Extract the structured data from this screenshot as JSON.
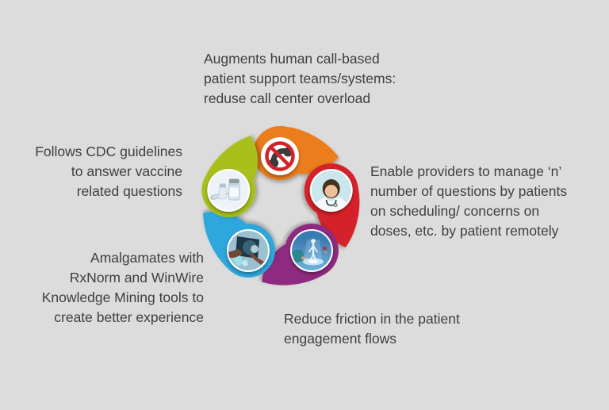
{
  "canvas": {
    "background_color": "#dcdcdc",
    "text_color": "#3f3f3f"
  },
  "labels": {
    "top": "Augments human call-based\npatient support teams/systems:\nreduse call center overload",
    "left": "Follows CDC guidelines\nto answer vaccine\nrelated questions",
    "right": "Enable providers to manage ‘n’\nnumber of questions by patients\non scheduling/ concerns on\ndoses, etc. by patient remotely",
    "bottom_left": "Amalgamates with\nRxNorm and WinWire\nKnowledge Mining tools to\ncreate better experience",
    "bottom": "Reduce friction in the patient\nengagement flows"
  },
  "petals": [
    {
      "name": "call-center-overload",
      "color": "#eb7d1e",
      "icon": "no-phone-icon"
    },
    {
      "name": "provider-management",
      "color": "#d5242b",
      "icon": "doctor-photo"
    },
    {
      "name": "patient-engagement",
      "color": "#8e2980",
      "icon": "digital-patient-photo"
    },
    {
      "name": "knowledge-mining",
      "color": "#2ea7dd",
      "icon": "hands-globe-photo"
    },
    {
      "name": "cdc-guidelines",
      "color": "#a9c01f",
      "icon": "vaccine-photo"
    }
  ],
  "icon_colors": {
    "prohibition_red": "#d5242b",
    "handset_gray": "#3a3a3a",
    "icon_disc_white": "#ffffff"
  }
}
